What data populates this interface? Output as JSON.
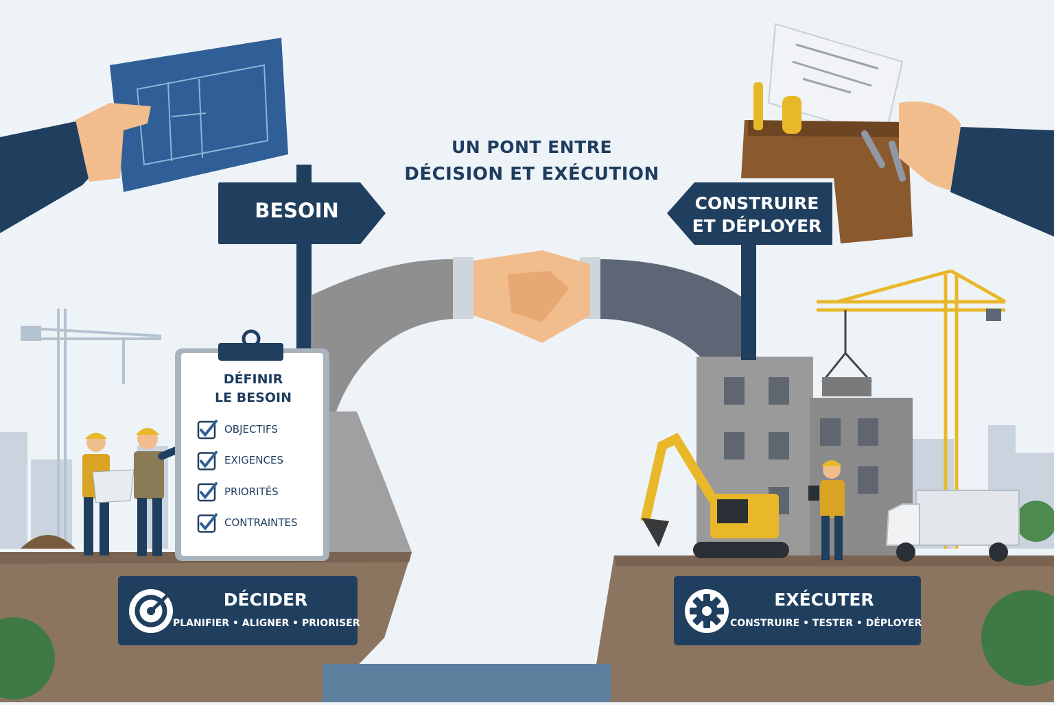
{
  "headline": {
    "line1": "UN PONT ENTRE",
    "line2": "DÉCISION ET EXÉCUTION"
  },
  "signs": {
    "left": {
      "label": "BESOIN"
    },
    "right": {
      "line1": "CONSTRUIRE",
      "line2": "ET DÉPLOYER"
    }
  },
  "clipboard": {
    "title_line1": "DÉFINIR",
    "title_line2": "LE BESOIN",
    "items": [
      {
        "label": "OBJECTIFS",
        "checked": true
      },
      {
        "label": "EXIGENCES",
        "checked": true
      },
      {
        "label": "PRIORITÉS",
        "checked": true
      },
      {
        "label": "CONTRAINTES",
        "checked": true
      }
    ]
  },
  "panels": {
    "decide": {
      "title": "DÉCIDER",
      "subtitle": "PLANIFIER • ALIGNER • PRIORISER",
      "icon": "target-icon"
    },
    "execute": {
      "title": "EXÉCUTER",
      "subtitle": "CONSTRUIRE • TESTER • DÉPLOYER",
      "icon": "gear-icon"
    }
  },
  "colors": {
    "navy": "#203f5f",
    "sky": "#eef3f8",
    "crane_yellow": "#e8b82a",
    "worker_vest": "#d9a323",
    "cliff": "#8c7560",
    "water": "#5d7f9e",
    "skin": "#f2bd8c"
  }
}
